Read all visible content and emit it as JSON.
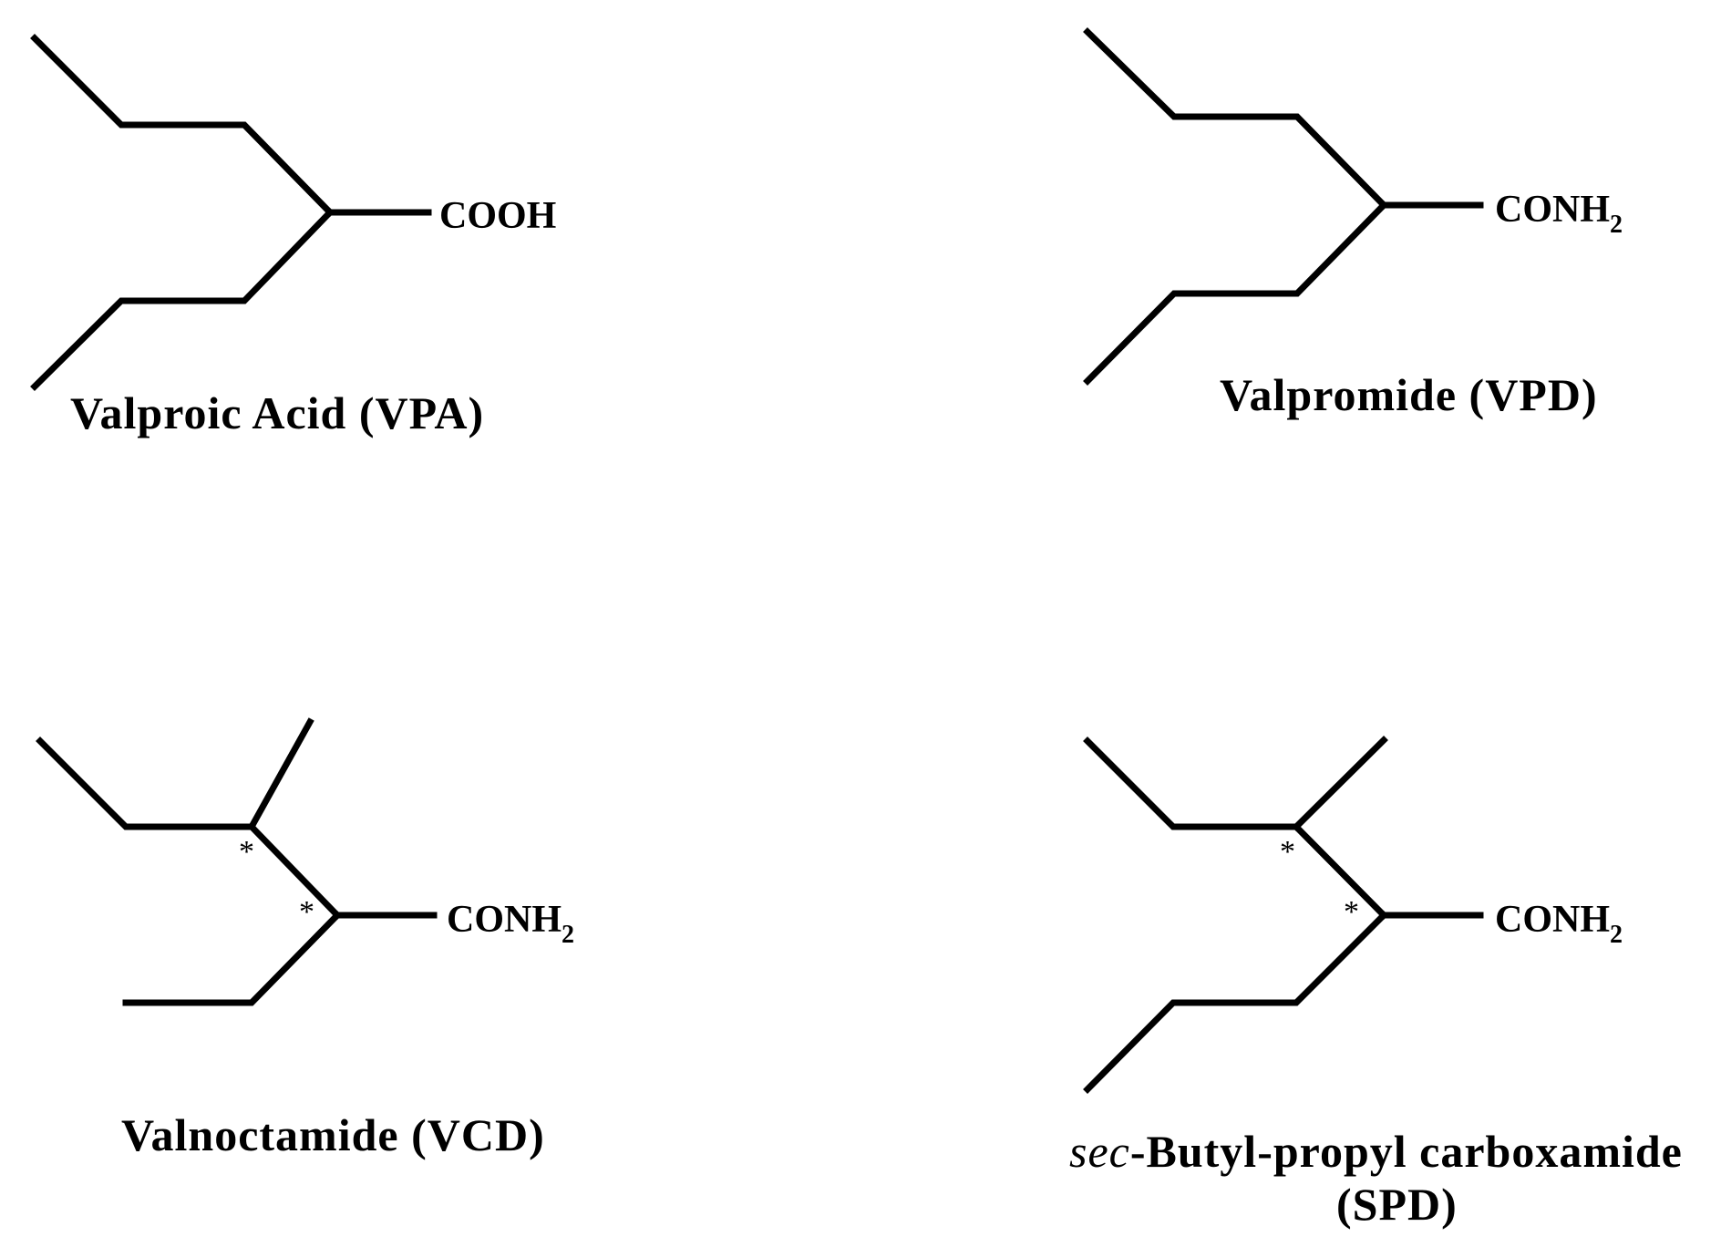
{
  "molecules": [
    {
      "name": "Valproic Acid (VPA)",
      "functional_group": {
        "main": "COOH",
        "subscript": ""
      }
    },
    {
      "name": "Valpromide (VPD)",
      "functional_group": {
        "main": "CONH",
        "subscript": "2"
      }
    },
    {
      "name": "Valnoctamide (VCD)",
      "functional_group": {
        "main": "CONH",
        "subscript": "2"
      },
      "stereocenter_marks": [
        "*",
        "*"
      ]
    },
    {
      "name_prefix": "sec",
      "name_rest": "-Butyl-propyl carboxamide",
      "name_line2": "(SPD)",
      "functional_group": {
        "main": "CONH",
        "subscript": "2"
      },
      "stereocenter_marks": [
        "*",
        "*"
      ]
    }
  ]
}
